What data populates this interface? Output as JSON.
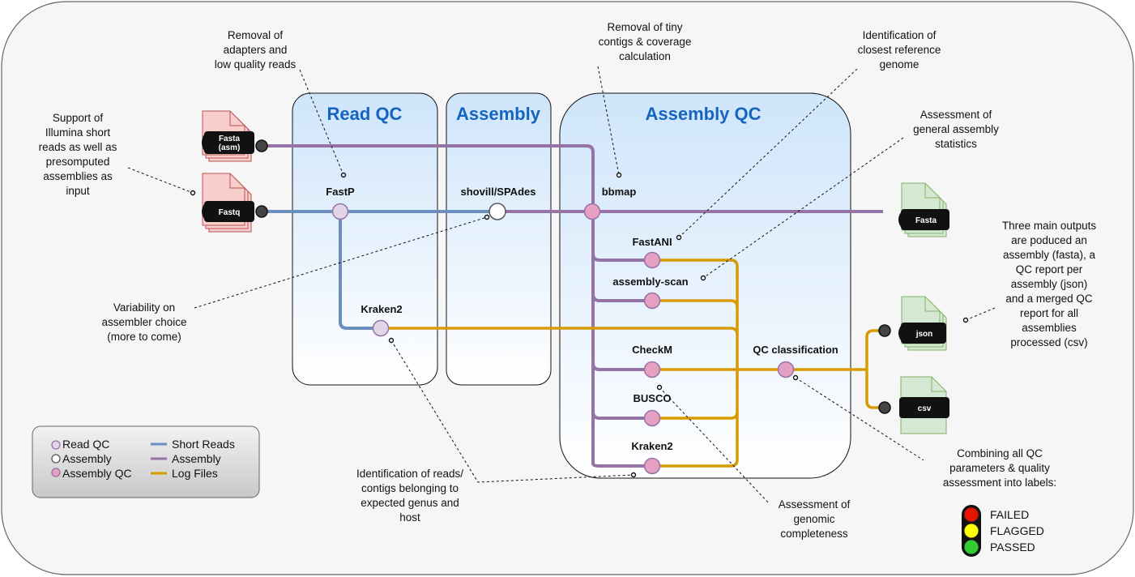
{
  "stages": {
    "read_qc": "Read QC",
    "assembly": "Assembly",
    "assembly_qc": "Assembly QC"
  },
  "inputs": {
    "fasta_asm": "Fasta\n(asm)",
    "fastq": "Fastq"
  },
  "outputs": {
    "fasta": "Fasta",
    "json": "json",
    "csv": "csv"
  },
  "nodes": {
    "fastp": "FastP",
    "shovill": "shovill/SPAdes",
    "bbmap": "bbmap",
    "fastani": "FastANI",
    "assembly_scan": "assembly-scan",
    "kraken2_read": "Kraken2",
    "checkm": "CheckM",
    "busco": "BUSCO",
    "kraken2_asm": "Kraken2",
    "qc_classification": "QC classification"
  },
  "notes": {
    "input_support": "Support of\nIllumina short\nreads as well as\npresomputed\nassemblies as\ninput",
    "adapters": "Removal of\nadapters and\nlow quality reads",
    "tiny_contigs": "Removal of tiny\ncontigs & coverage\ncalculation",
    "closest_ref": "Identification of\nclosest reference\ngenome",
    "general_stats": "Assessment of\ngeneral assembly\nstatistics",
    "outputs": "Three main outputs\nare poduced an\nassembly (fasta), a\nQC report per\nassembly (json)\nand a merged QC\nreport for all\nassemblies\nprocessed (csv)",
    "assembler_choice": "Variability on\nassembler choice\n(more to come)",
    "genus_host": "Identification of reads/\ncontigs belonging to\nexpected genus and\nhost",
    "completeness": "Assessment of\ngenomic\ncompleteness",
    "combining": "Combining all QC\nparameters & quality\nassessment into labels:"
  },
  "legend": {
    "read_qc": "Read QC",
    "assembly": "Assembly",
    "assembly_qc": "Assembly QC",
    "short_reads": "Short Reads",
    "assembly_line": "Assembly",
    "log_files": "Log Files"
  },
  "traffic_light": {
    "failed": "FAILED",
    "flagged": "FLAGGED",
    "passed": "PASSED"
  },
  "colors": {
    "short_reads": "#6c8ebf",
    "assembly": "#9673a6",
    "log_files": "#d79b00",
    "stage_title": "#1565c0",
    "read_qc_node": "#e1d5e7",
    "assembly_node": "#ffffff",
    "assembly_qc_node": "#e6a0c4",
    "failed": "#e51400",
    "flagged": "#ffff00",
    "passed": "#33cc33"
  }
}
